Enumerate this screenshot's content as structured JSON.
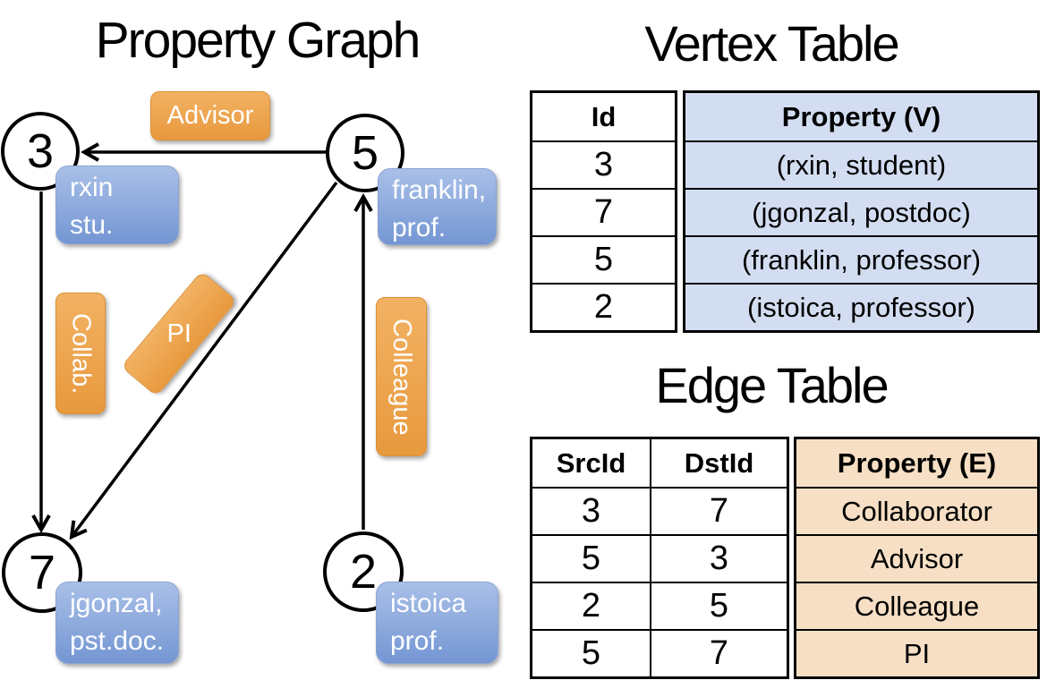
{
  "slide": {
    "graph_title": "Property Graph",
    "vertex_table_title": "Vertex Table",
    "edge_table_title": "Edge Table"
  },
  "graph": {
    "vertices": [
      {
        "id": "3",
        "property_line1": "rxin",
        "property_line2": "stu."
      },
      {
        "id": "5",
        "property_line1": "franklin,",
        "property_line2": "prof."
      },
      {
        "id": "7",
        "property_line1": "jgonzal,",
        "property_line2": "pst.doc."
      },
      {
        "id": "2",
        "property_line1": "istoica",
        "property_line2": "prof."
      }
    ],
    "edge_labels": [
      {
        "label": "Advisor",
        "src": "5",
        "dst": "3"
      },
      {
        "label": "Collab.",
        "src": "3",
        "dst": "7"
      },
      {
        "label": "PI",
        "src": "5",
        "dst": "7"
      },
      {
        "label": "Colleague",
        "src": "2",
        "dst": "5"
      }
    ]
  },
  "vertex_table": {
    "columns": [
      "Id",
      "Property (V)"
    ],
    "rows": [
      [
        "3",
        "(rxin, student)"
      ],
      [
        "7",
        "(jgonzal, postdoc)"
      ],
      [
        "5",
        "(franklin, professor)"
      ],
      [
        "2",
        "(istoica, professor)"
      ]
    ]
  },
  "edge_table": {
    "columns": [
      "SrcId",
      "DstId",
      "Property (E)"
    ],
    "rows": [
      [
        "3",
        "7",
        "Collaborator"
      ],
      [
        "5",
        "3",
        "Advisor"
      ],
      [
        "2",
        "5",
        "Colleague"
      ],
      [
        "5",
        "7",
        "PI"
      ]
    ]
  },
  "colors": {
    "edge_label_orange": "#eda14b",
    "vertex_property_blue": "#8fabdf",
    "vertex_table_fill": "#d3ddf1",
    "edge_table_fill": "#f6dfc4",
    "line_black": "#000000"
  }
}
